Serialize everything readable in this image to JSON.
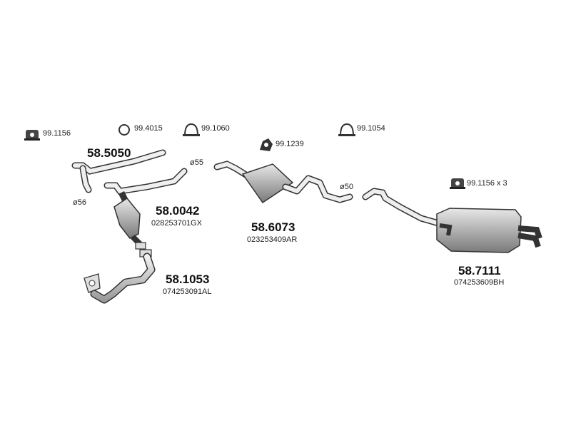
{
  "accessories": [
    {
      "code": "99.1156",
      "icon": "rubber-hanger-icon"
    },
    {
      "code": "99.4015",
      "icon": "ring-gasket-icon"
    },
    {
      "code": "99.1060",
      "icon": "clamp-icon"
    },
    {
      "code": "99.1239",
      "icon": "rubber-mount-icon"
    },
    {
      "code": "99.1054",
      "icon": "clamp-icon"
    },
    {
      "code": "99.1156 x 3",
      "icon": "rubber-hanger-icon"
    }
  ],
  "parts": [
    {
      "number": "58.5050",
      "oem": ""
    },
    {
      "number": "58.0042",
      "oem": "028253701GX"
    },
    {
      "number": "58.1053",
      "oem": "074253091AL"
    },
    {
      "number": "58.6073",
      "oem": "023253409AR"
    },
    {
      "number": "58.7111",
      "oem": "074253609BH"
    }
  ],
  "diameters": [
    "ø55",
    "ø56",
    "ø50"
  ],
  "colors": {
    "stroke": "#3a3a3a",
    "fill_light": "#e6e6e6",
    "fill_mid": "#bdbdbd",
    "fill_dark": "#8a8a8a"
  }
}
